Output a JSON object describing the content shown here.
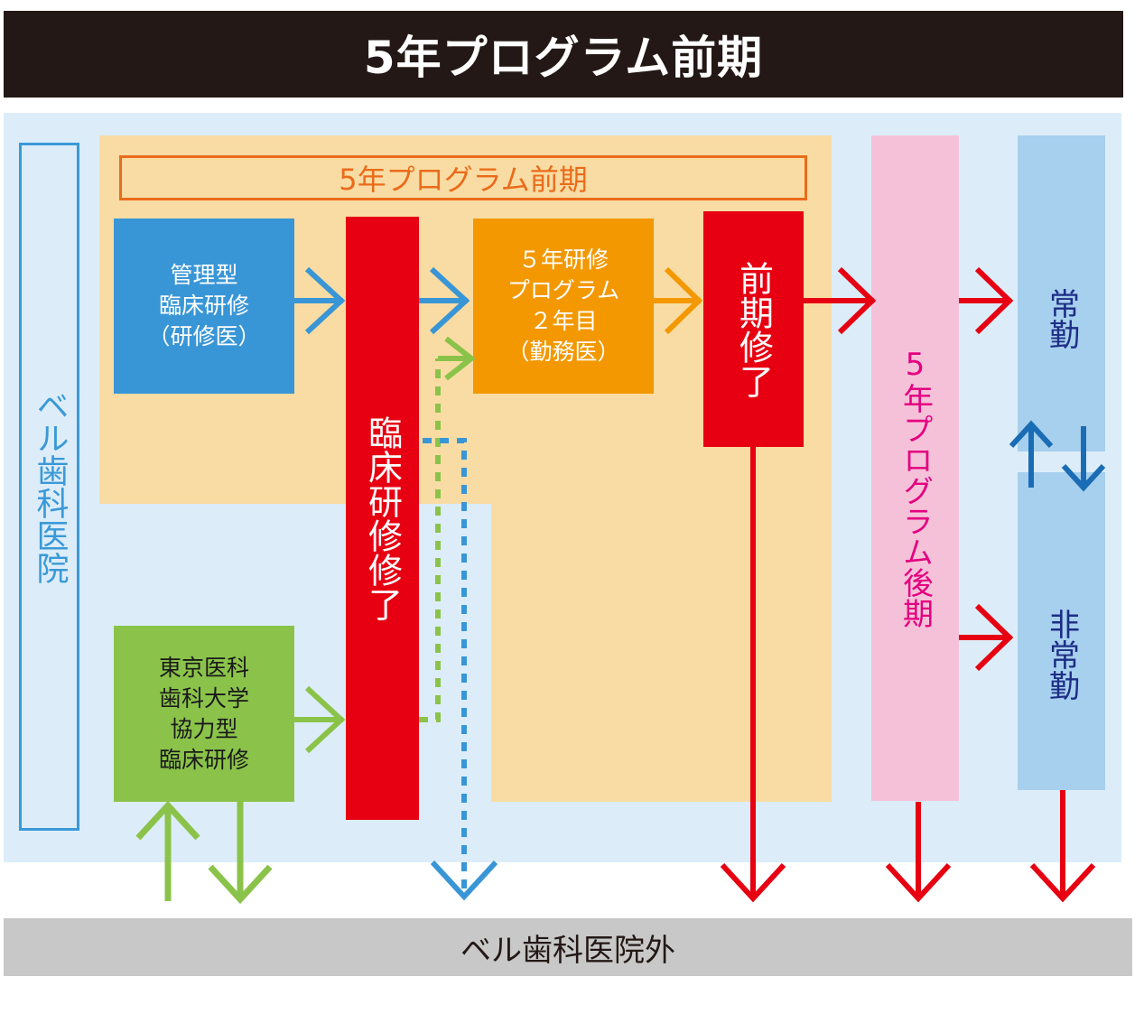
{
  "title": "5年プログラム前期",
  "left_label": "ベル歯科医院",
  "inner_title": "5年プログラム前期",
  "managed_training": "管理型\n臨床研修\n（研修医）",
  "tmd_training": "東京医科\n歯科大学\n協力型\n臨床研修",
  "clinical_complete": "臨床研修修了",
  "program_year2": "５年研修\nプログラム\n２年目\n（勤務医）",
  "first_half_complete": "前期修了",
  "second_half": "5年プログラム後期",
  "fulltime": "常勤",
  "parttime": "非常勤",
  "outside": "ベル歯科医院外",
  "colors": {
    "black": "#231815",
    "blue": "#3996d6",
    "green": "#8bc34a",
    "red": "#e60012",
    "orange": "#f39800",
    "pink": "#e4007f",
    "light_blue_bg": "#dcedf9",
    "light_orange_bg": "#f9dca3"
  }
}
